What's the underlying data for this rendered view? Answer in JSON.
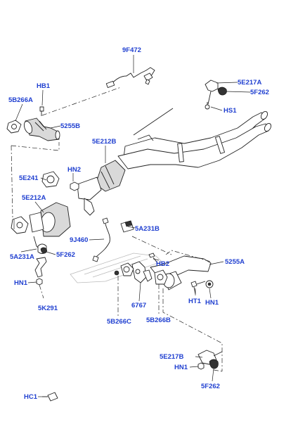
{
  "labels": {
    "9F472": "9F472",
    "HB1": "HB1",
    "5B266A": "5B266A",
    "5255B": "5255B",
    "5E217A": "5E217A",
    "5F262_top": "5F262",
    "HS1": "HS1",
    "5E212B": "5E212B",
    "HN2": "HN2",
    "5E241": "5E241",
    "5E212A": "5E212A",
    "5A231B": "5A231B",
    "9J460": "9J460",
    "5A231A": "5A231A",
    "5F262_mid": "5F262",
    "HN1_left": "HN1",
    "5K291": "5K291",
    "HB2": "HB2",
    "5255A": "5255A",
    "HT1": "HT1",
    "HN1_right": "HN1",
    "6767": "6767",
    "5B266C": "5B266C",
    "5B266B": "5B266B",
    "5E217B": "5E217B",
    "HN1_bottom": "HN1",
    "5F262_bottom": "5F262",
    "HC1": "HC1"
  },
  "colors": {
    "label": "#1f3fd0",
    "line": "#222222"
  }
}
